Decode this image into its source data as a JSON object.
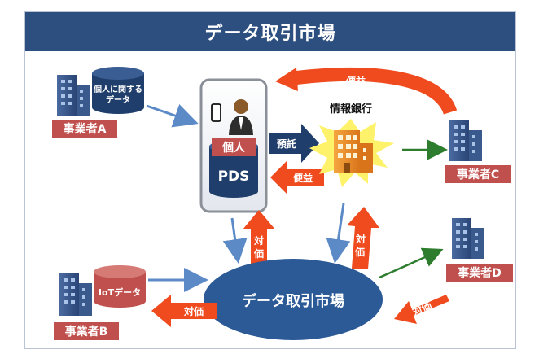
{
  "title": "データ取引市場",
  "actors": {
    "a": "事業者A",
    "b": "事業者B",
    "c": "事業者C",
    "d": "事業者D"
  },
  "personal_data_line1": "個人に関する",
  "personal_data_line2": "データ",
  "iot_data": "IoTデータ",
  "pds": {
    "person": "個人",
    "label": "PDS"
  },
  "bank": "情報銀行",
  "market": "データ取引市場",
  "flows": {
    "entrust": "預託",
    "benefit_top": "便益",
    "benefit_mid": "便益",
    "price_pds": "対価",
    "price_bank": "対価",
    "price_b": "対価",
    "price_d": "対価"
  },
  "colors": {
    "title_bg": "#2c4f7f",
    "navy": "#1f3e6b",
    "actor_label": "#c0504d",
    "orange_arrow": "#ef4b1f",
    "blue_arrow": "#5b8ac7",
    "green_arrow": "#2e7d2e"
  },
  "icons": [
    "building-icon",
    "database-icon",
    "smartphone-icon",
    "person-icon",
    "bank-building-icon",
    "starburst-icon"
  ]
}
